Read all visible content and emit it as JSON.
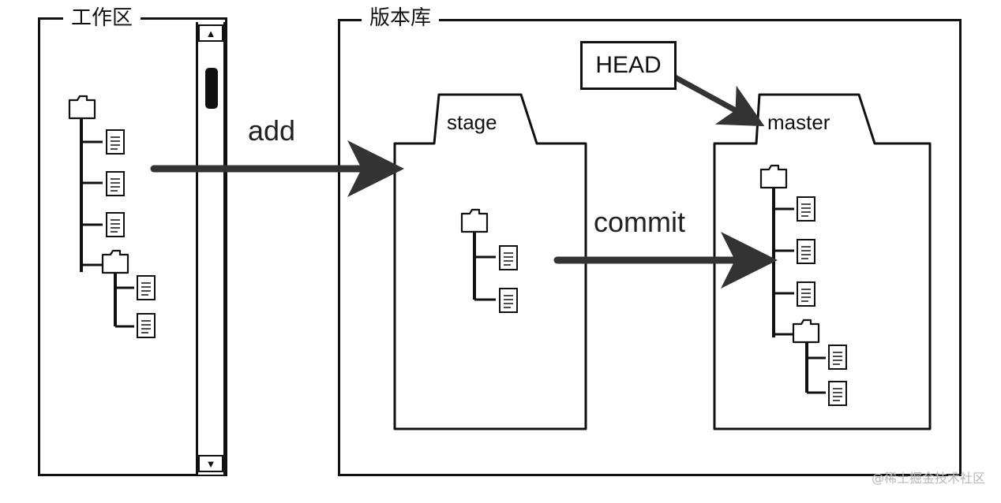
{
  "workspace": {
    "label": "工作区"
  },
  "repository": {
    "label": "版本库"
  },
  "stage": {
    "label": "stage"
  },
  "master": {
    "label": "master"
  },
  "head": {
    "label": "HEAD"
  },
  "actions": {
    "add": "add",
    "commit": "commit"
  },
  "scrollbar": {
    "up_icon": "▲",
    "down_icon": "▼"
  },
  "watermark": "@稀土掘金技术社区"
}
